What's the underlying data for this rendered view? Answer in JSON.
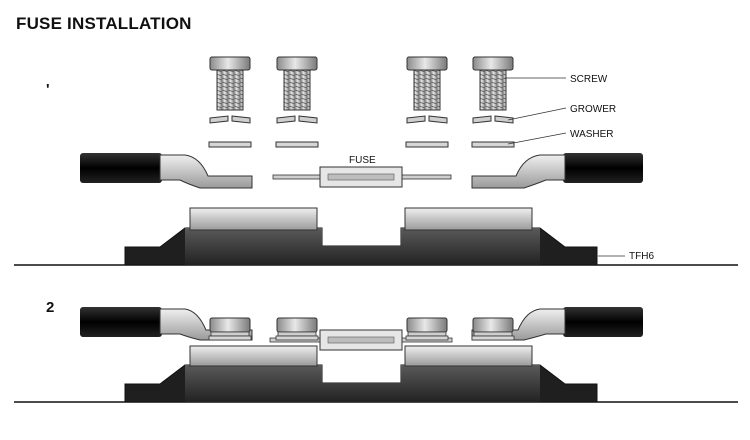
{
  "title": "FUSE INSTALLATION",
  "steps": {
    "step1": "'",
    "step2": "2"
  },
  "labels": {
    "screw": "SCREW",
    "grower": "GROWER",
    "washer": "WASHER",
    "fuse": "FUSE",
    "holder": "TFH6"
  },
  "colors": {
    "cable": "#111111",
    "lug": "#bdbdbd",
    "metal": "#c8c8c8",
    "base": "#2e2e2e",
    "pad": "#d2d2d2"
  }
}
